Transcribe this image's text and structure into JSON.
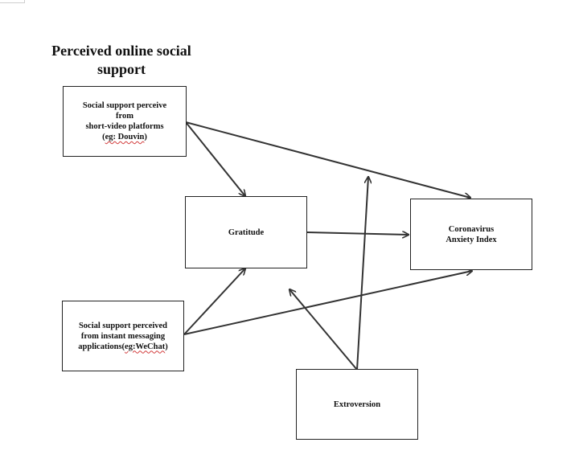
{
  "diagram": {
    "heading_line1": "Perceived online social",
    "heading_line2": "support",
    "nodes": {
      "short_video": {
        "line1": "Social support perceive",
        "line2": "from",
        "line3": "short-video platforms",
        "line4_pre": "(",
        "line4_marked": "eg: Douvin",
        "line4_post": ")"
      },
      "gratitude": {
        "label": "Gratitude"
      },
      "anxiety": {
        "line1": "Coronavirus",
        "line2": "Anxiety Index"
      },
      "instant_messaging": {
        "line1": "Social support perceived",
        "line2": "from instant messaging",
        "line3_pre": "applications(",
        "line3_marked": "eg:WeChat",
        "line3_post": ")"
      },
      "extroversion": {
        "label": "Extroversion"
      }
    },
    "colors": {
      "box_border": "#222222",
      "arrow": "#333333",
      "spell_mark": "#d23b3b"
    }
  }
}
